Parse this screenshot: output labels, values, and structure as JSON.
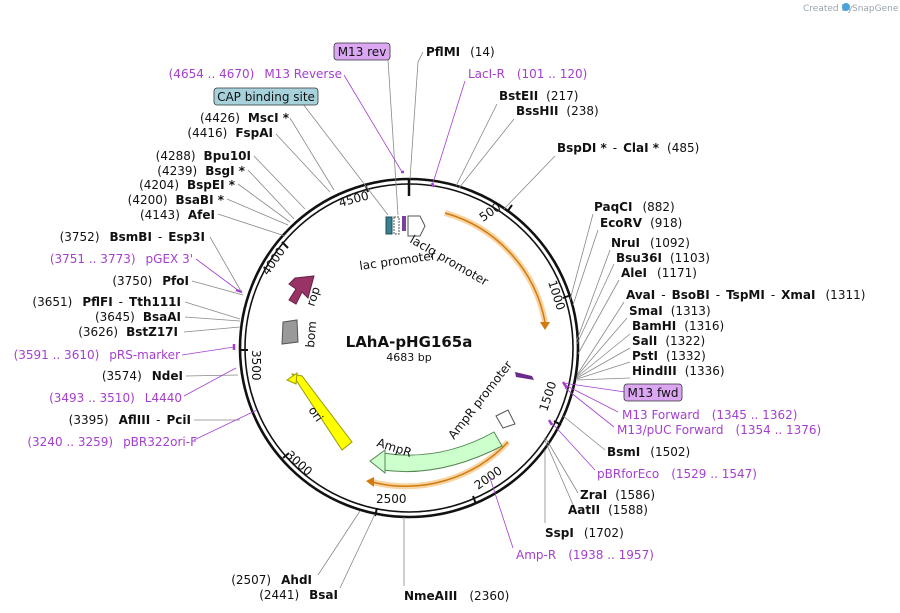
{
  "credit": {
    "prefix": "Created by",
    "brand": "SnapGene"
  },
  "plasmid": {
    "name": "LAhA-pHG165a",
    "size_label": "4683 bp"
  },
  "colors": {
    "primer": "#a43fcf",
    "feature_ori": "#ffff00",
    "feature_ampr": "#ccffcc",
    "feature_rop": "#993366",
    "feature_bom": "#999999",
    "orf": "#f0a030"
  },
  "ticks": [
    "500",
    "1000",
    "1500",
    "2000",
    "2500",
    "3000",
    "3500",
    "4000",
    "4500"
  ],
  "features": [
    {
      "label": "lacIq promoter"
    },
    {
      "label": "lac promoter"
    },
    {
      "label": "rop"
    },
    {
      "label": "bom"
    },
    {
      "label": "ori"
    },
    {
      "label": "AmpR"
    },
    {
      "label": "AmpR promoter"
    }
  ],
  "enzymes_right": [
    {
      "name": "PflMI",
      "pos": "(14)"
    },
    {
      "name": "BstEII",
      "pos": "(217)"
    },
    {
      "name": "BssHII",
      "pos": "(238)"
    },
    {
      "name": "BspDI *",
      "sep": "-",
      "name2": "ClaI *",
      "pos": "(485)"
    },
    {
      "name": "PaqCI",
      "pos": "(882)"
    },
    {
      "name": "EcoRV",
      "pos": "(918)"
    },
    {
      "name": "NruI",
      "pos": "(1092)"
    },
    {
      "name": "Bsu36I",
      "pos": "(1103)"
    },
    {
      "name": "AleI",
      "pos": "(1171)"
    },
    {
      "name": "AvaI",
      "sep": "-",
      "name2": "BsoBI",
      "sep2": "-",
      "name3": "TspMI",
      "sep3": "-",
      "name4": "XmaI",
      "pos": "(1311)"
    },
    {
      "name": "SmaI",
      "pos": "(1313)"
    },
    {
      "name": "BamHI",
      "pos": "(1316)"
    },
    {
      "name": "SalI",
      "pos": "(1322)"
    },
    {
      "name": "PstI",
      "pos": "(1332)"
    },
    {
      "name": "HindIII",
      "pos": "(1336)"
    },
    {
      "name": "BsmI",
      "pos": "(1502)"
    },
    {
      "name": "ZraI",
      "pos": "(1586)"
    },
    {
      "name": "AatII",
      "pos": "(1588)"
    },
    {
      "name": "SspI",
      "pos": "(1702)"
    },
    {
      "name": "NmeAIII",
      "pos": "(2360)"
    }
  ],
  "enzymes_left": [
    {
      "pos": "(4426)",
      "name": "MscI *"
    },
    {
      "pos": "(4416)",
      "name": "FspAI"
    },
    {
      "pos": "(4288)",
      "name": "Bpu10I"
    },
    {
      "pos": "(4239)",
      "name": "BsgI *"
    },
    {
      "pos": "(4204)",
      "name": "BspEI *"
    },
    {
      "pos": "(4200)",
      "name": "BsaBI *"
    },
    {
      "pos": "(4143)",
      "name": "AfeI"
    },
    {
      "pos": "(3752)",
      "name": "BsmBI",
      "sep": "-",
      "name2": "Esp3I"
    },
    {
      "pos": "(3750)",
      "name": "PfoI"
    },
    {
      "pos": "(3651)",
      "name": "PflFI",
      "sep": "-",
      "name2": "Tth111I"
    },
    {
      "pos": "(3645)",
      "name": "BsaAI"
    },
    {
      "pos": "(3626)",
      "name": "BstZ17I"
    },
    {
      "pos": "(3574)",
      "name": "NdeI"
    },
    {
      "pos": "(3395)",
      "name": "AflIII",
      "sep": "-",
      "name2": "PciI"
    },
    {
      "pos": "(2507)",
      "name": "AhdI"
    },
    {
      "pos": "(2441)",
      "name": "BsaI"
    }
  ],
  "primers_right": [
    {
      "name": "LacI-R",
      "pos": "(101 .. 120)"
    },
    {
      "name": "M13 Forward",
      "pos": "(1345 .. 1362)"
    },
    {
      "name": "M13/pUC Forward",
      "pos": "(1354 .. 1376)"
    },
    {
      "name": "pBRforEco",
      "pos": "(1529 .. 1547)"
    },
    {
      "name": "Amp-R",
      "pos": "(1938 .. 1957)"
    }
  ],
  "primers_left": [
    {
      "pos": "(4654 .. 4670)",
      "name": "M13 Reverse"
    },
    {
      "pos": "(3751 .. 3773)",
      "name": "pGEX 3'"
    },
    {
      "pos": "(3591 .. 3610)",
      "name": "pRS-marker"
    },
    {
      "pos": "(3493 .. 3510)",
      "name": "L4440"
    },
    {
      "pos": "(3240 .. 3259)",
      "name": "pBR322ori-F"
    }
  ],
  "boxes": [
    {
      "label": "M13 rev"
    },
    {
      "label": "CAP binding site"
    },
    {
      "label": "M13 fwd"
    }
  ]
}
